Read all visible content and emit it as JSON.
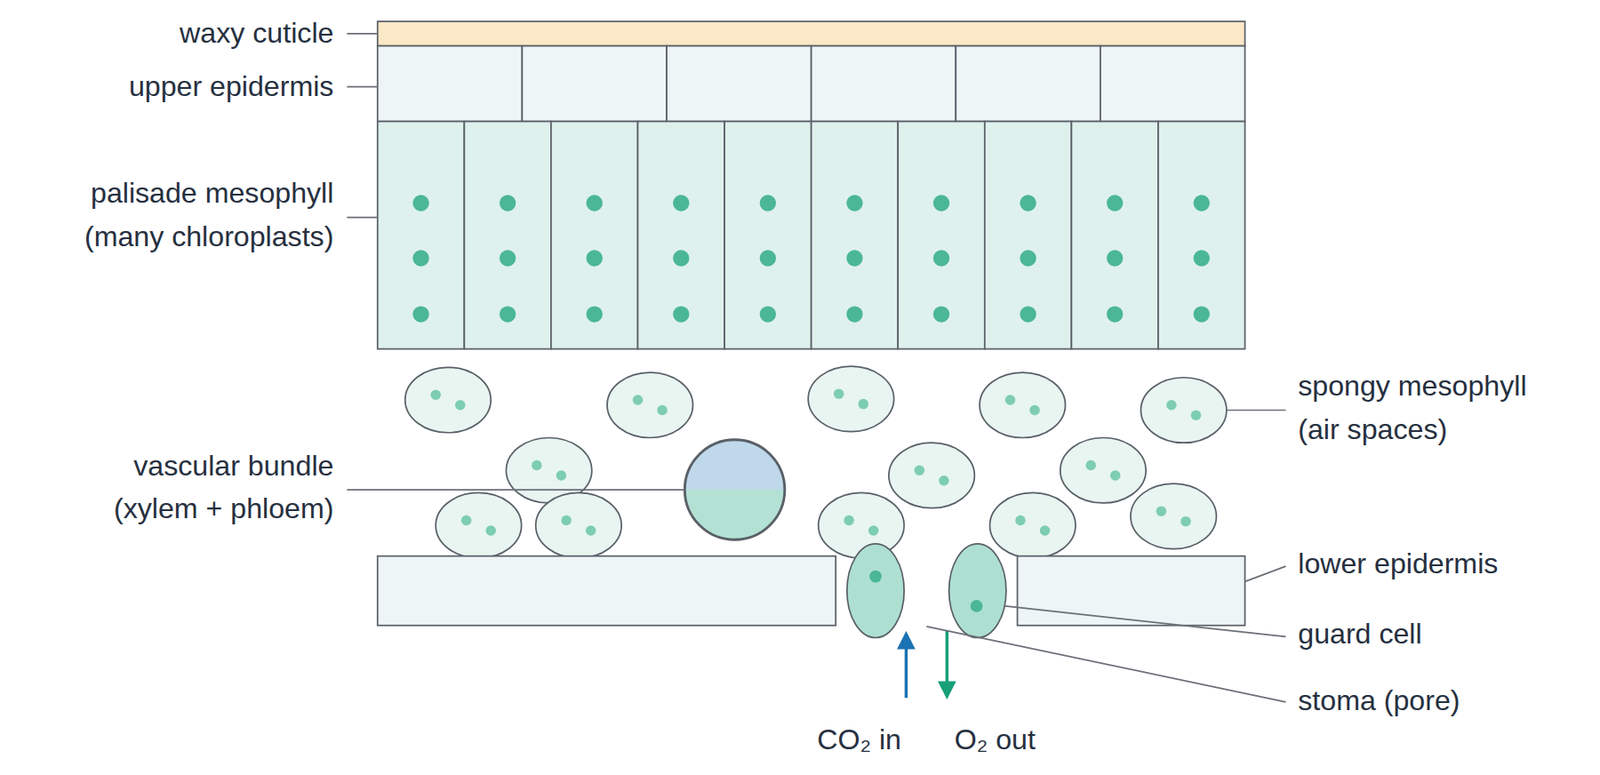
{
  "diagram": {
    "labels": [
      "waxy cuticle",
      "upper epidermis",
      "palisade mesophyll (many chloroplasts)",
      "spongy mesophyll (air spaces)",
      "vascular bundle (xylem + phloem)",
      "lower epidermis",
      "guard cell",
      "stoma (pore)",
      "CO₂ in",
      "O₂ out"
    ]
  }
}
